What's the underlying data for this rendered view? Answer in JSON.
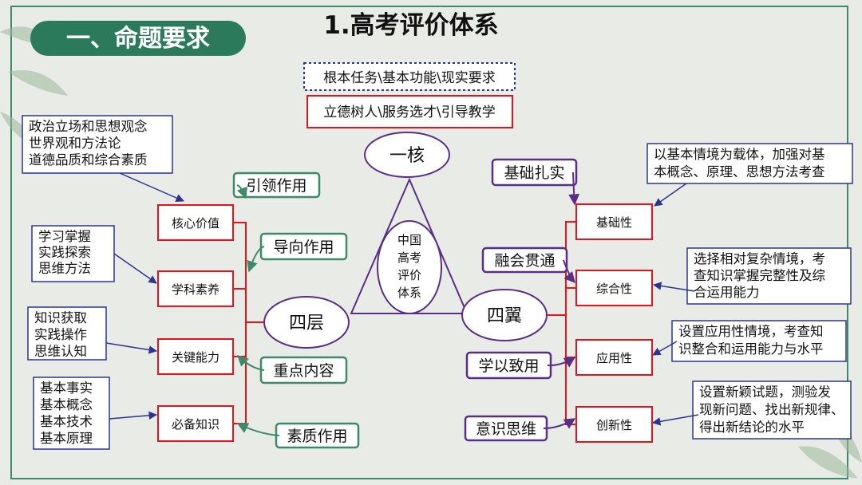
{
  "header": {
    "section_badge": "一、命题要求",
    "title": "1.高考评价体系"
  },
  "top_boxes": {
    "tasks": "根本任务\\基本功能\\现实要求",
    "values": "立德树人\\服务选才\\引导教学"
  },
  "center": {
    "core": "一核",
    "layers": "四层",
    "wings": "四翼",
    "system_lines": [
      "中国",
      "高考",
      "评价",
      "体系"
    ]
  },
  "left": {
    "red_items": [
      "核心价值",
      "学科素养",
      "关键能力",
      "必备知识"
    ],
    "notes": [
      [
        "政治立场和思想观念",
        "世界观和方法论",
        "道德品质和综合素质"
      ],
      [
        "学习掌握",
        "实践探索",
        "思维方法"
      ],
      [
        "知识获取",
        "实践操作",
        "思维认知"
      ],
      [
        "基本事实",
        "基本概念",
        "基本技术",
        "基本原理"
      ]
    ],
    "tags": [
      "引领作用",
      "导向作用",
      "重点内容",
      "素质作用"
    ]
  },
  "right": {
    "red_items": [
      "基础性",
      "综合性",
      "应用性",
      "创新性"
    ],
    "notes": [
      [
        "以基本情境为载体，加强对基",
        "本概念、原理、思想方法考查"
      ],
      [
        "选择相对复杂情境，考",
        "查知识掌握完整性及综",
        "合运用能力"
      ],
      [
        "设置应用性情境，考查知",
        "识整合和运用能力与水平"
      ],
      [
        "设置新颖试题，测验发",
        "现新问题、找出新规律、",
        "得出新结论的水平"
      ]
    ],
    "tags": [
      "基础扎实",
      "融会贯通",
      "学以致用",
      "意识思维"
    ]
  },
  "colors": {
    "green": "#2b7a5c",
    "red": "#e8121b",
    "navy": "#2c3490",
    "purple": "#5a2e86",
    "tag_green": "#3d8a6a"
  }
}
